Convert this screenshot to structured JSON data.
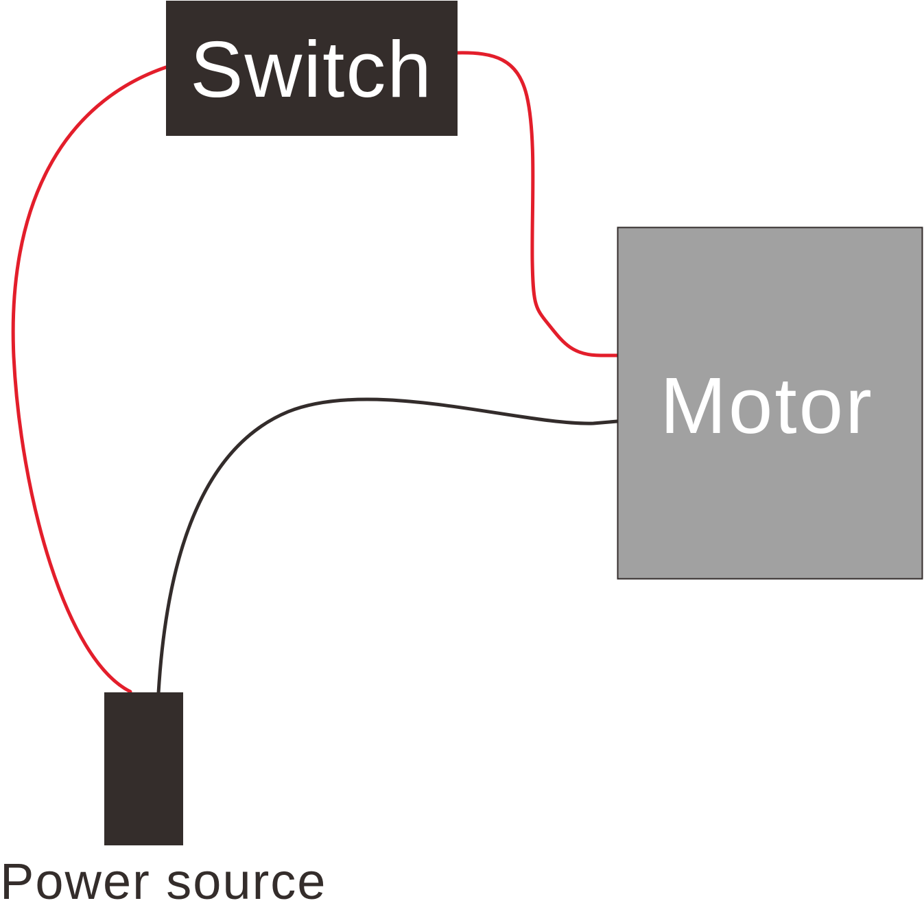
{
  "colors": {
    "background": "#ffffff",
    "red_wire": "#e31e2b",
    "black_wire": "#332c2b",
    "switch_fill": "#342d2b",
    "switch_text": "#ffffff",
    "motor_fill": "#a1a1a1",
    "motor_stroke": "#332c2b",
    "motor_text": "#ffffff",
    "power_fill": "#342d2b",
    "power_text": "#342d2b"
  },
  "components": {
    "switch": {
      "label": "Switch"
    },
    "motor": {
      "label": "Motor"
    },
    "power_source": {
      "label": "Power source"
    }
  },
  "wires": [
    {
      "name": "wire-power-to-switch",
      "color": "red",
      "from": "power_source",
      "to": "switch"
    },
    {
      "name": "wire-switch-to-motor",
      "color": "red",
      "from": "switch",
      "to": "motor"
    },
    {
      "name": "wire-power-to-motor",
      "color": "black",
      "from": "power_source",
      "to": "motor"
    }
  ]
}
